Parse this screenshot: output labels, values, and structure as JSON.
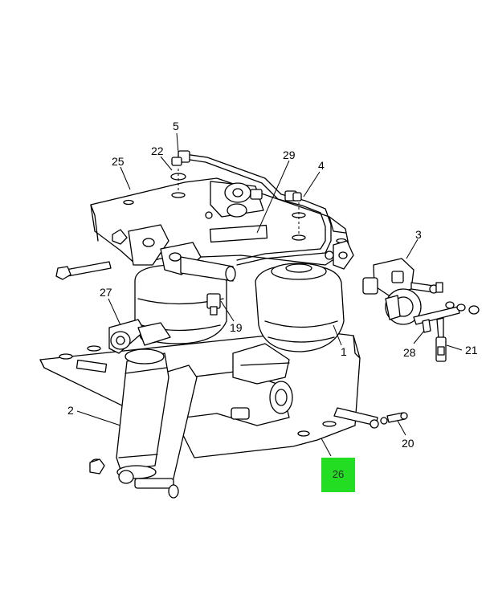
{
  "diagram": {
    "callouts": {
      "c1": "1",
      "c2": "2",
      "c3": "3",
      "c4": "4",
      "c5": "5",
      "c19": "19",
      "c20": "20",
      "c21": "21",
      "c22": "22",
      "c25": "25",
      "c26": "26",
      "c27": "27",
      "c28": "28",
      "c29": "29"
    },
    "highlight": {
      "label": "26",
      "color": "#22dd22"
    }
  }
}
